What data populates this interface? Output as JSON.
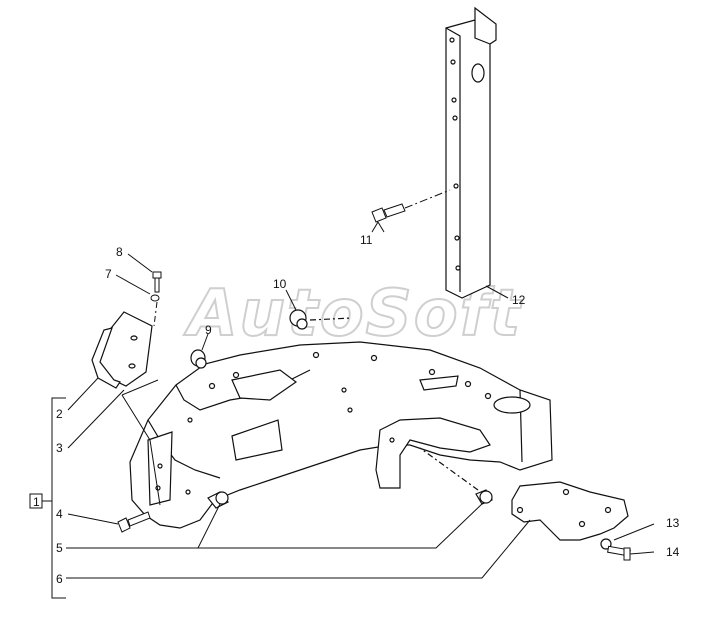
{
  "callouts": {
    "c1": "1",
    "c2": "2",
    "c3": "3",
    "c4": "4",
    "c5": "5",
    "c6": "6",
    "c7": "7",
    "c8": "8",
    "c9": "9",
    "c10": "10",
    "c11": "11",
    "c12": "12",
    "c13": "13",
    "c14": "14"
  },
  "watermark": "AutoSoft"
}
